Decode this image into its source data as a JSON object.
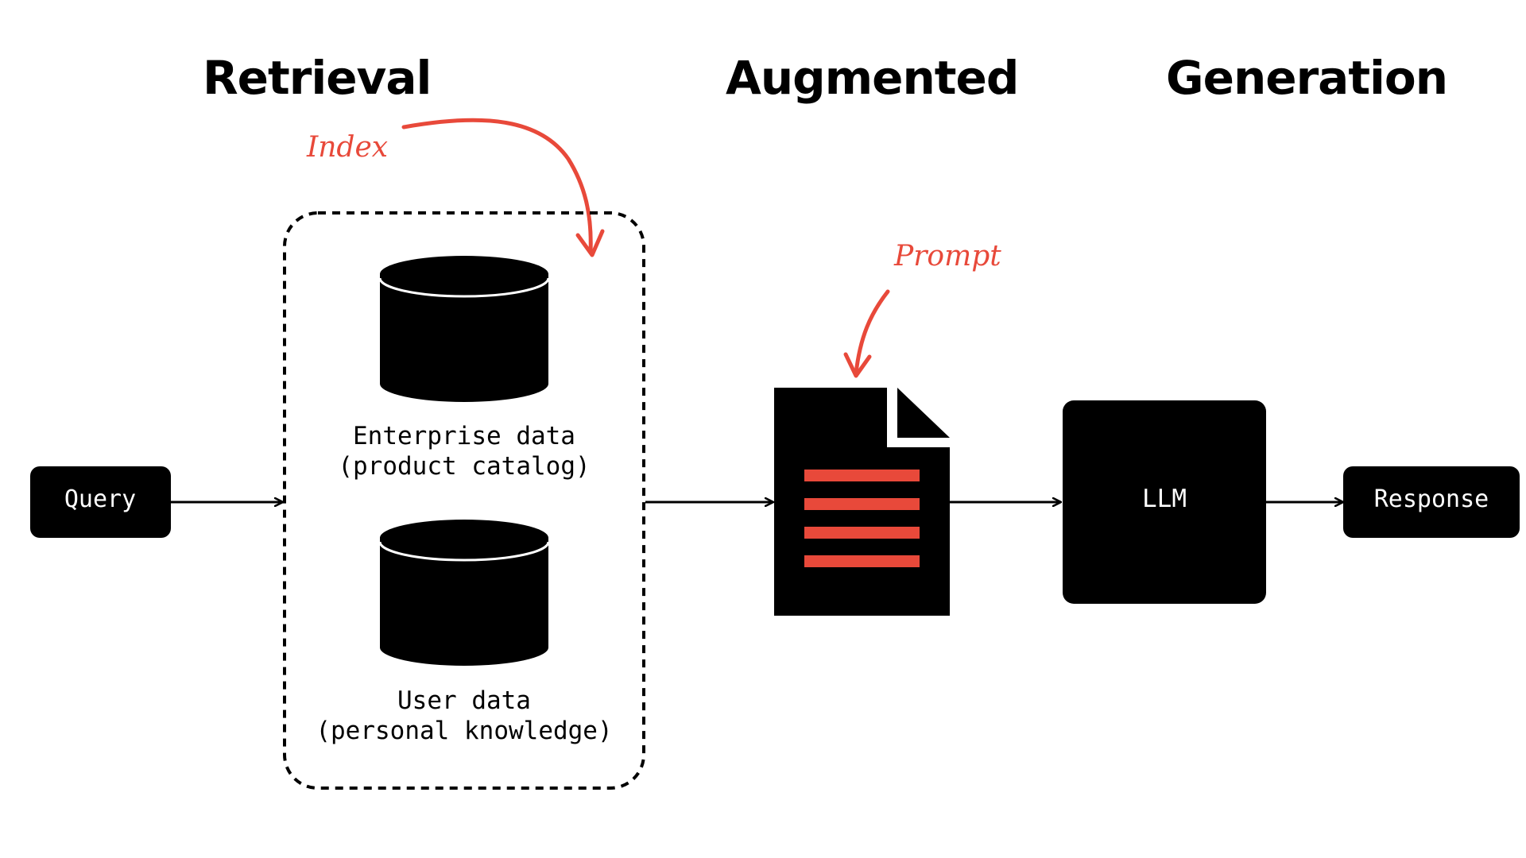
{
  "headings": {
    "retrieval": "Retrieval",
    "augmented": "Augmented",
    "generation": "Generation"
  },
  "annotations": {
    "index": "Index",
    "prompt": "Prompt"
  },
  "nodes": {
    "query": "Query",
    "enterprise_data_line1": "Enterprise data",
    "enterprise_data_line2": "(product catalog)",
    "user_data_line1": "User data",
    "user_data_line2": "(personal knowledge)",
    "llm": "LLM",
    "response": "Response"
  },
  "colors": {
    "accent": "#e8493a",
    "ink": "#000000",
    "background": "#ffffff"
  },
  "icons": {
    "database": "database-cylinder-icon",
    "document": "prompt-document-icon"
  }
}
